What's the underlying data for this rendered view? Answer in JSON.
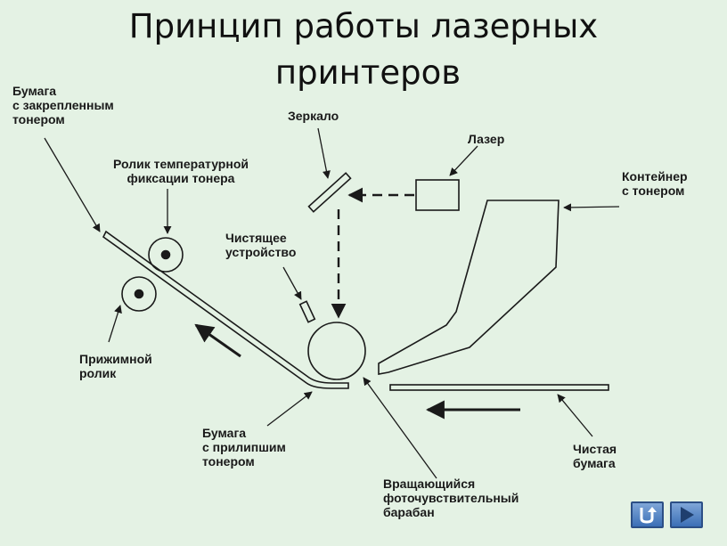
{
  "title": {
    "line1": "Принцип работы лазерных",
    "line2": "принтеров"
  },
  "labels": {
    "paper_fixed_toner": "Бумага\nс закрепленным\nтонером",
    "fuser_roller": "Ролик температурной\nфиксации тонера",
    "mirror": "Зеркало",
    "laser": "Лазер",
    "toner_container": "Контейнер\nс тонером",
    "cleaning_device": "Чистящее\nустройство",
    "pressure_roller": "Прижимной\nролик",
    "paper_stuck_toner": "Бумага\nс прилипшим\nтонером",
    "drum": "Вращающийся\nфоточувствительный\nбарабан",
    "clean_paper": "Чистая\nбумага"
  },
  "nav": {
    "return_icon": "return-arrow-icon",
    "next_icon": "play-right-icon"
  },
  "colors": {
    "background": "#e4f2e4",
    "lines": "#1a1a1a",
    "nav_button": "#4a7fc0"
  }
}
